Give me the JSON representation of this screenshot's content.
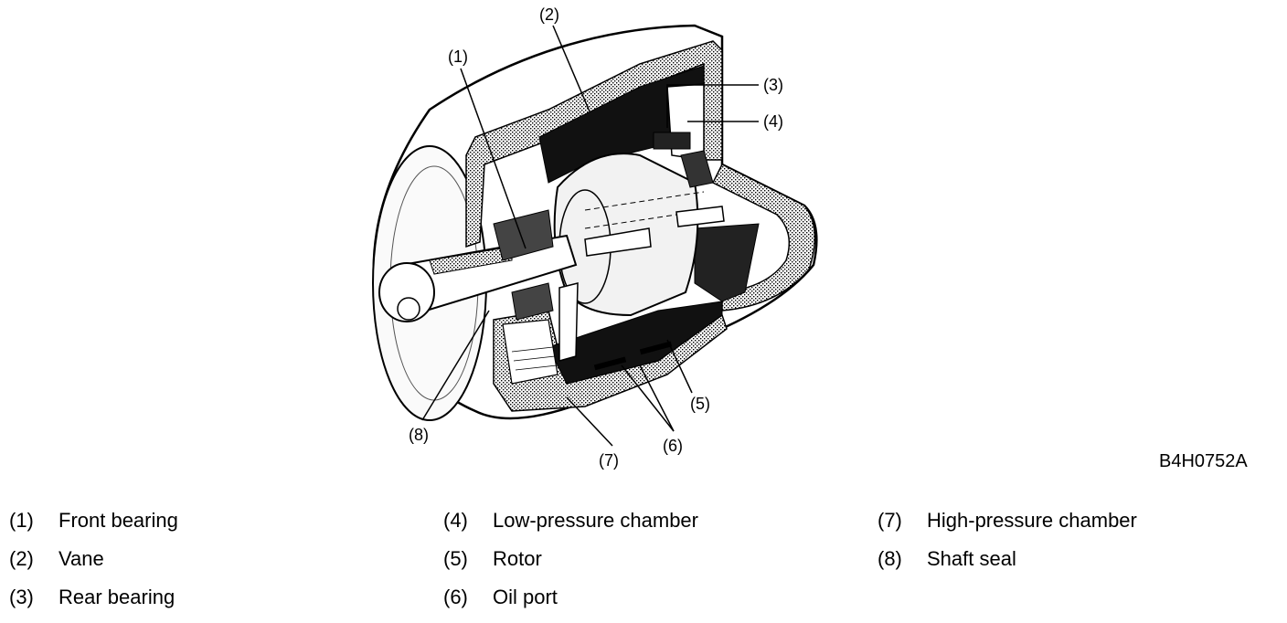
{
  "figure_id": "B4H0752A",
  "callouts": {
    "c1": "(1)",
    "c2": "(2)",
    "c3": "(3)",
    "c4": "(4)",
    "c5": "(5)",
    "c6": "(6)",
    "c7": "(7)",
    "c8": "(8)"
  },
  "legend": [
    {
      "num": "(1)",
      "label": "Front bearing"
    },
    {
      "num": "(2)",
      "label": "Vane"
    },
    {
      "num": "(3)",
      "label": "Rear bearing"
    },
    {
      "num": "(4)",
      "label": "Low-pressure chamber"
    },
    {
      "num": "(5)",
      "label": "Rotor"
    },
    {
      "num": "(6)",
      "label": "Oil port"
    },
    {
      "num": "(7)",
      "label": "High-pressure chamber"
    },
    {
      "num": "(8)",
      "label": "Shaft seal"
    }
  ]
}
